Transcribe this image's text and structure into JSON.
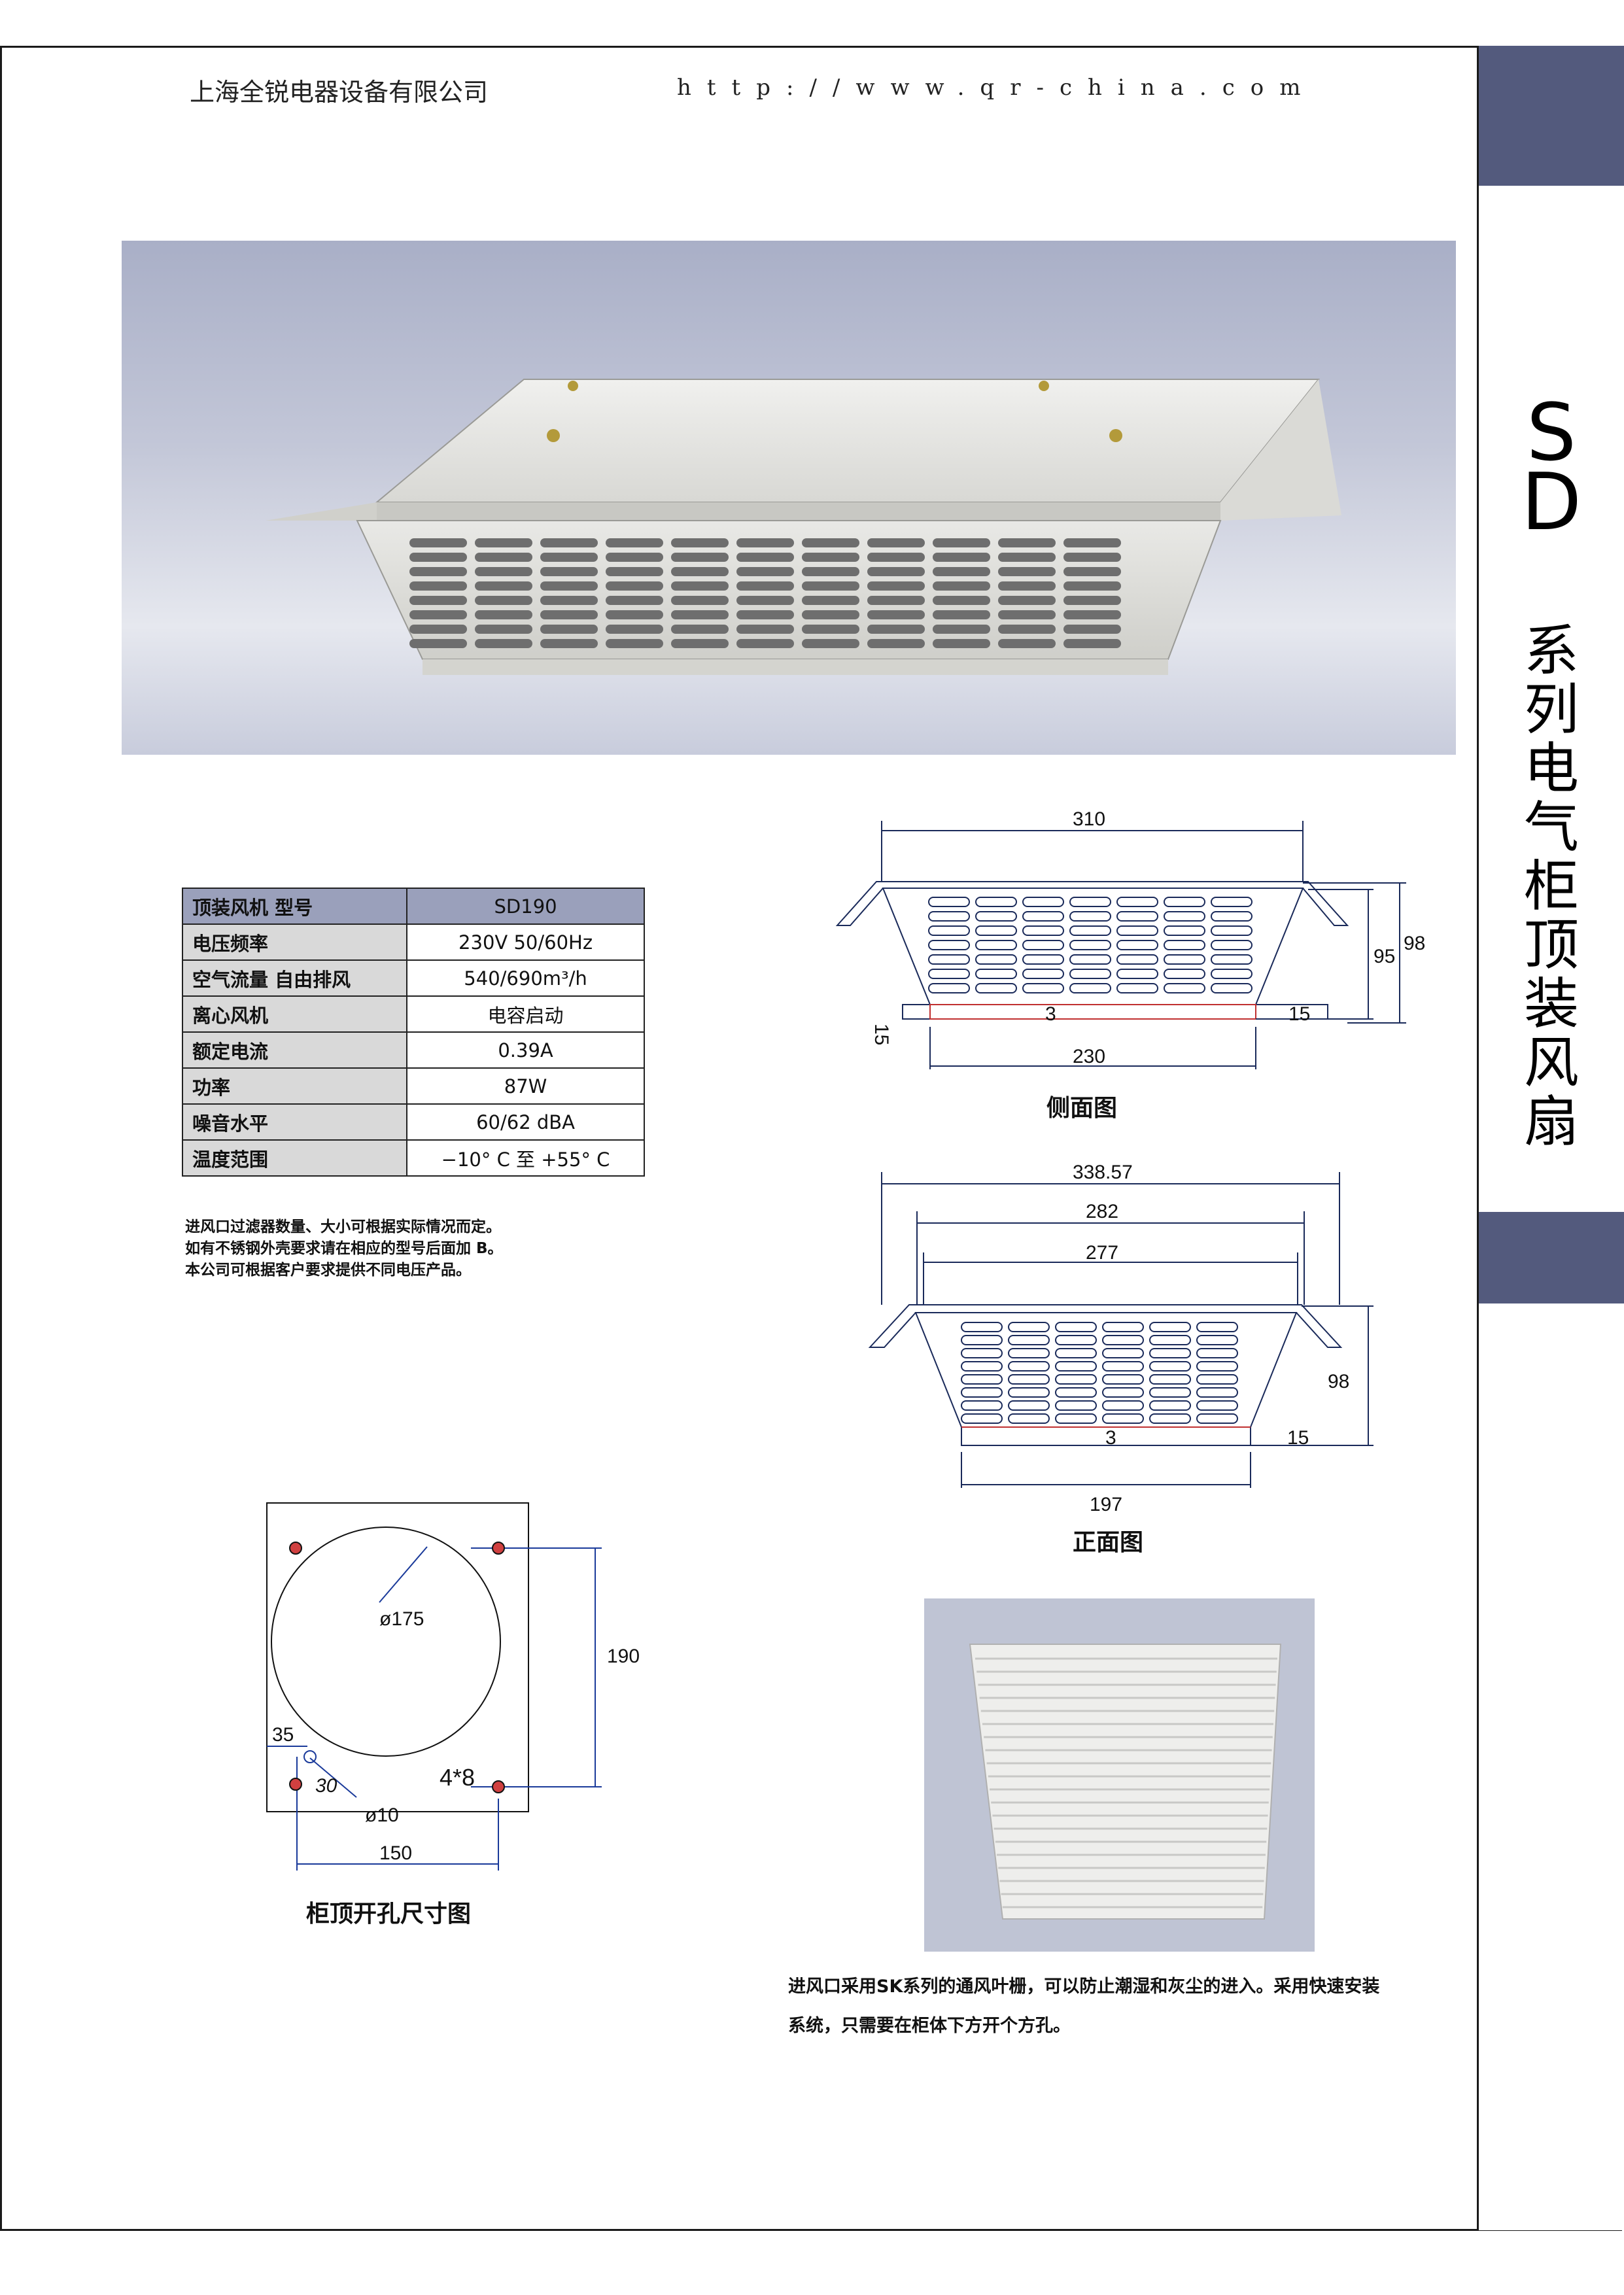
{
  "header": {
    "company": "上海全锐电器设备有限公司",
    "url": "http://www.qr-china.com"
  },
  "sidebar": {
    "series": "SD",
    "title": "系列电气柜顶装风扇",
    "block_color": "#535a7d"
  },
  "spec_table": {
    "header": {
      "label": "顶装风机 型号",
      "value": "SD190"
    },
    "rows": [
      {
        "label": "电压频率",
        "value": "230V 50/60Hz"
      },
      {
        "label": "空气流量 自由排风",
        "value": "540/690m³/h"
      },
      {
        "label": "离心风机",
        "value": "电容启动"
      },
      {
        "label": "额定电流",
        "value": "0.39A"
      },
      {
        "label": "功率",
        "value": "87W"
      },
      {
        "label": "噪音水平",
        "value": "60/62 dBA"
      },
      {
        "label": "温度范围",
        "value": "−10° C 至 +55° C"
      }
    ],
    "header_color": "#9aa0bb"
  },
  "notes": [
    "进风口过滤器数量、大小可根据实际情况而定。",
    "如有不锈钢外壳要求请在相应的型号后面加 B。",
    "本公司可根据客户要求提供不同电压产品。"
  ],
  "side_view": {
    "caption": "侧面图",
    "dims": {
      "top": "310",
      "height_outer": "98",
      "height_inner": "95",
      "left_15": "15",
      "right_15": "15",
      "three": "3",
      "bottom": "230"
    }
  },
  "front_view": {
    "caption": "正面图",
    "dims": {
      "outer": "338.57",
      "mid": "282",
      "inner": "277",
      "height": "98",
      "right_15": "15",
      "three": "3",
      "bottom": "197"
    }
  },
  "cutout": {
    "caption": "柜顶开孔尺寸图",
    "dims": {
      "circle": "ø175",
      "height": "190",
      "offset_x": "35",
      "offset_y": "30",
      "holes": "4*8",
      "hole_dia": "ø10",
      "width": "150"
    }
  },
  "grille_caption": [
    "进风口采用SK系列的通风叶栅，可以防止潮湿和灰尘的进入。采用快速安装",
    "系统，只需要在柜体下方开个方孔。"
  ]
}
